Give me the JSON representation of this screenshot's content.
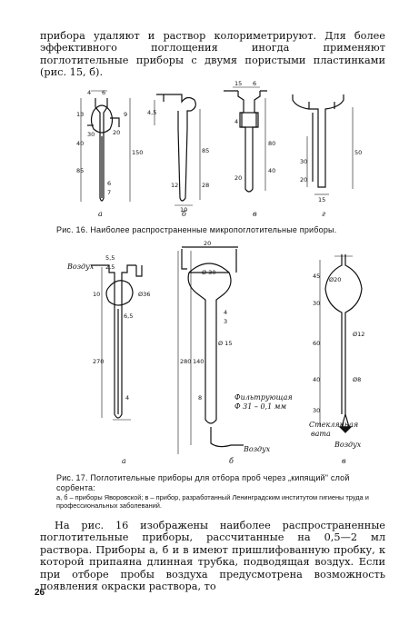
{
  "top_paragraph": "прибора удаляют и раствор колориметрируют. Для более эффективного поглощения иногда применяют поглотительные приборы с двумя пористыми пластинками (рис. 15, б).",
  "figure16": {
    "caption": "Рис. 16. Наиболее распространенные микропоглотительные приборы.",
    "labels": {
      "a": "а",
      "b": "б",
      "v": "в",
      "g": "г",
      "a_dims": [
        "4",
        "6",
        "13",
        "9",
        "30",
        "20",
        "40",
        "85",
        "150",
        "6",
        "7"
      ],
      "b_dims": [
        "4,5",
        "10",
        "12",
        "28",
        "85"
      ],
      "v_dims": [
        "15",
        "6",
        "4",
        "20",
        "80",
        "40"
      ],
      "g_dims": [
        "30",
        "20",
        "50",
        "15"
      ]
    }
  },
  "figure17": {
    "caption": "Рис. 17. Поглотительные приборы для отбора проб через „кипящий\" слой сорбента:",
    "note": "а, б – приборы Яворовской; в – прибор, разработанный Ленинградским институтом гигиены труда и профессиональных заболеваний.",
    "labels": {
      "a": "а",
      "b": "б",
      "v": "в",
      "vozduh": "Воздух",
      "fritte": "Фильтрующая",
      "fritte2": "Ф 31 – 0,1 мм",
      "stekl": "Стеклянная",
      "stekl2": "вата",
      "a_dims": [
        "5,5",
        "2,5",
        "Ø36",
        "6,5",
        "10",
        "270",
        "4"
      ],
      "b_dims": [
        "20",
        "Ø 30",
        "4",
        "3",
        "Ø 15",
        "8",
        "140",
        "280"
      ],
      "v_dims": [
        "Ø20",
        "45",
        "30",
        "60",
        "40",
        "30",
        "Ø12",
        "Ø8"
      ]
    }
  },
  "bottom_paragraph": "На рис. 16 изображены наиболее распространенные поглотительные приборы, рассчитанные на 0,5—2 мл раствора. Приборы а, б и в имеют пришлифованную пробку, к которой припаяна длинная трубка, подводящая воздух. Если при отборе пробы воздуха предусмотрена возможность появления окраски раствора, то",
  "page_number": "26"
}
